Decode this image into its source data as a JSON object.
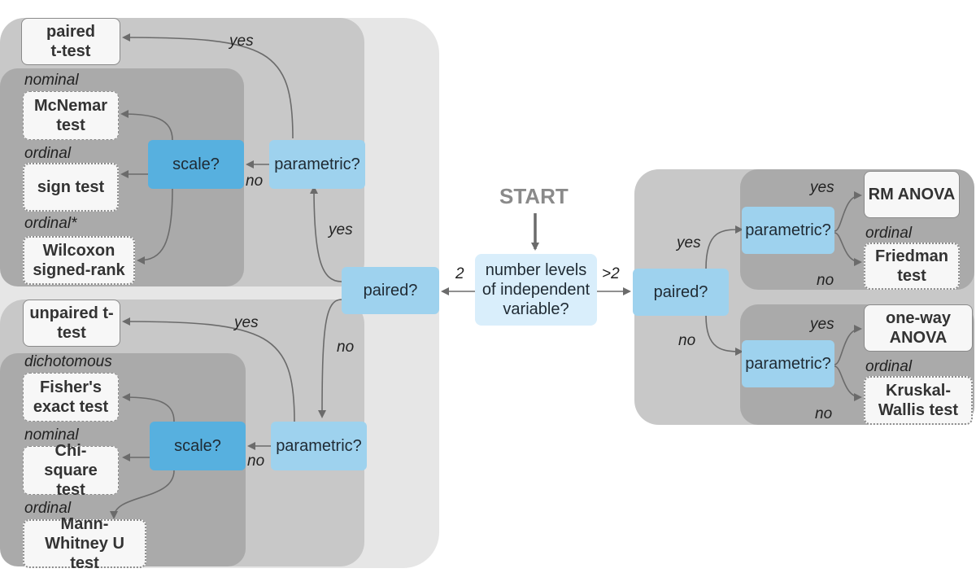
{
  "start": "START",
  "root_question": "number levels of independent variable?",
  "branch_two": "2",
  "branch_many": ">2",
  "left": {
    "paired_question": "paired?",
    "yes_label": "yes",
    "no_label": "no",
    "paired_group": {
      "parametric_question": "parametric?",
      "yes_label": "yes",
      "no_label": "no",
      "parametric_result": "paired t-test",
      "scale_question": "scale?",
      "nonparametric": [
        {
          "scale": "nominal",
          "test": "McNemar test"
        },
        {
          "scale": "ordinal",
          "test": "sign test"
        },
        {
          "scale": "ordinal*",
          "test": "Wilcoxon signed-rank"
        }
      ]
    },
    "unpaired_group": {
      "parametric_question": "parametric?",
      "yes_label": "yes",
      "no_label": "no",
      "parametric_result": "unpaired t-test",
      "scale_question": "scale?",
      "nonparametric": [
        {
          "scale": "dichotomous",
          "test": "Fisher's exact test"
        },
        {
          "scale": "nominal",
          "test": "Chi-square test"
        },
        {
          "scale": "ordinal",
          "test": "Mann-Whitney U test"
        }
      ]
    }
  },
  "right": {
    "paired_question": "paired?",
    "yes_label": "yes",
    "no_label": "no",
    "paired_group": {
      "parametric_question": "parametric?",
      "yes_label": "yes",
      "no_label": "no",
      "parametric_result": "RM ANOVA",
      "nonparametric_scale": "ordinal",
      "nonparametric_result": "Friedman test"
    },
    "unpaired_group": {
      "parametric_question": "parametric?",
      "yes_label": "yes",
      "no_label": "no",
      "parametric_result": "one-way ANOVA",
      "nonparametric_scale": "ordinal",
      "nonparametric_result": "Kruskal-Wallis test"
    }
  }
}
